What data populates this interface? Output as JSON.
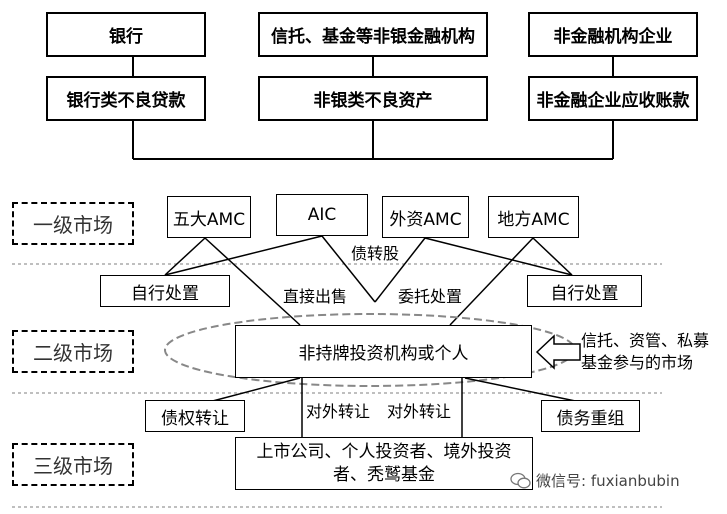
{
  "sources": {
    "col1_title": "银行",
    "col1_asset": "银行类不良贷款",
    "col2_title": "信托、基金等非银金融机构",
    "col2_asset": "非银类不良资产",
    "col3_title": "非金融机构企业",
    "col3_asset": "非金融企业应收账款"
  },
  "levels": {
    "level1": "一级市场",
    "level2": "二级市场",
    "level3": "三级市场"
  },
  "amc": {
    "five_big": "五大AMC",
    "aic": "AIC",
    "foreign": "外资AMC",
    "local": "地方AMC"
  },
  "labels": {
    "debt_to_equity": "债转股",
    "self_disposal_left": "自行处置",
    "self_disposal_right": "自行处置",
    "direct_sale": "直接出售",
    "entrusted_disposal": "委托处置",
    "external_transfer_1": "对外转让",
    "external_transfer_2": "对外转让",
    "trust_note": "信托、资管、私募基金参与的市场"
  },
  "secondary": {
    "investors": "非持牌投资机构或个人",
    "creditor_transfer": "债权转让",
    "debt_restructure": "债务重组"
  },
  "tertiary": {
    "buyers": "上市公司、个人投资者、境外投资者、秃鹫基金"
  },
  "watermark": {
    "text": "微信号: fuxianbubin"
  }
}
